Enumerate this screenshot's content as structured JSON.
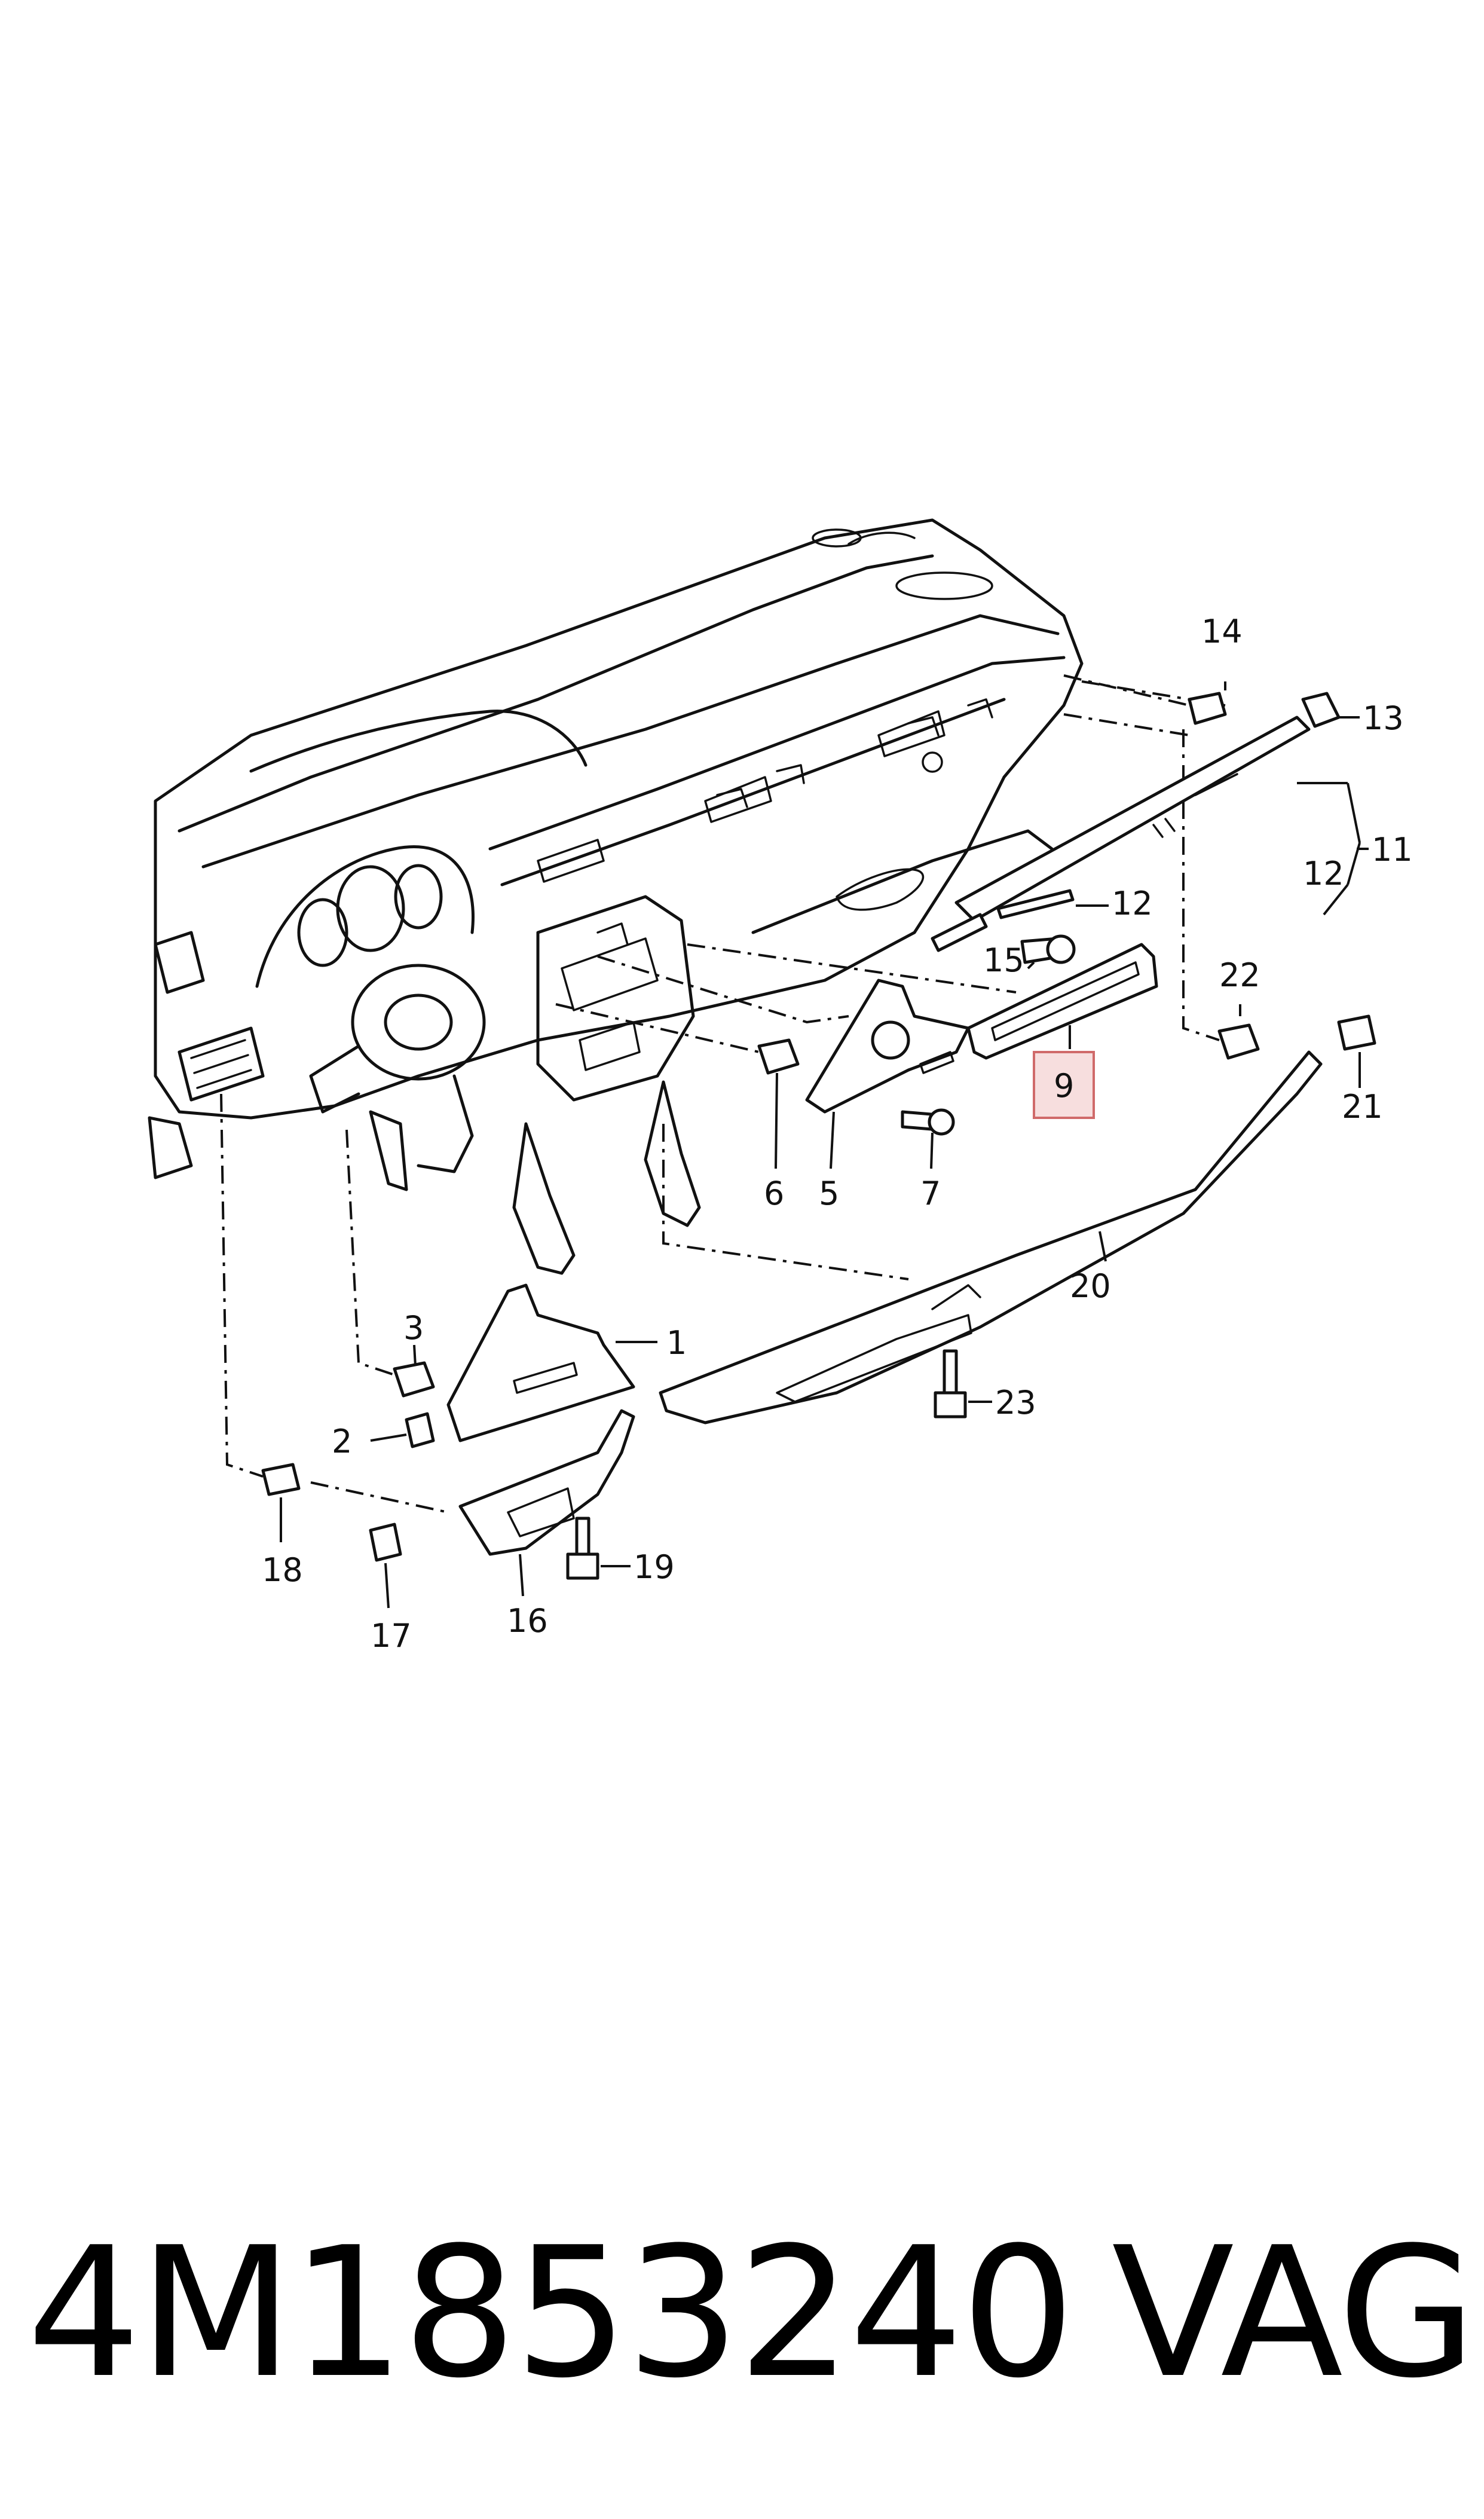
{
  "diagram": {
    "callouts": {
      "c1": "1",
      "c2": "2",
      "c3": "3",
      "c5": "5",
      "c6": "6",
      "c7": "7",
      "c9": "9",
      "c11": "11",
      "c12a": "12",
      "c12b": "12",
      "c13": "13",
      "c14": "14",
      "c15": "15",
      "c16": "16",
      "c17": "17",
      "c18": "18",
      "c19": "19",
      "c20": "20",
      "c21": "21",
      "c22": "22",
      "c23": "23"
    },
    "highlighted_part": "9"
  },
  "footer": {
    "part_number": "4M1853240",
    "brand": "VAG"
  }
}
